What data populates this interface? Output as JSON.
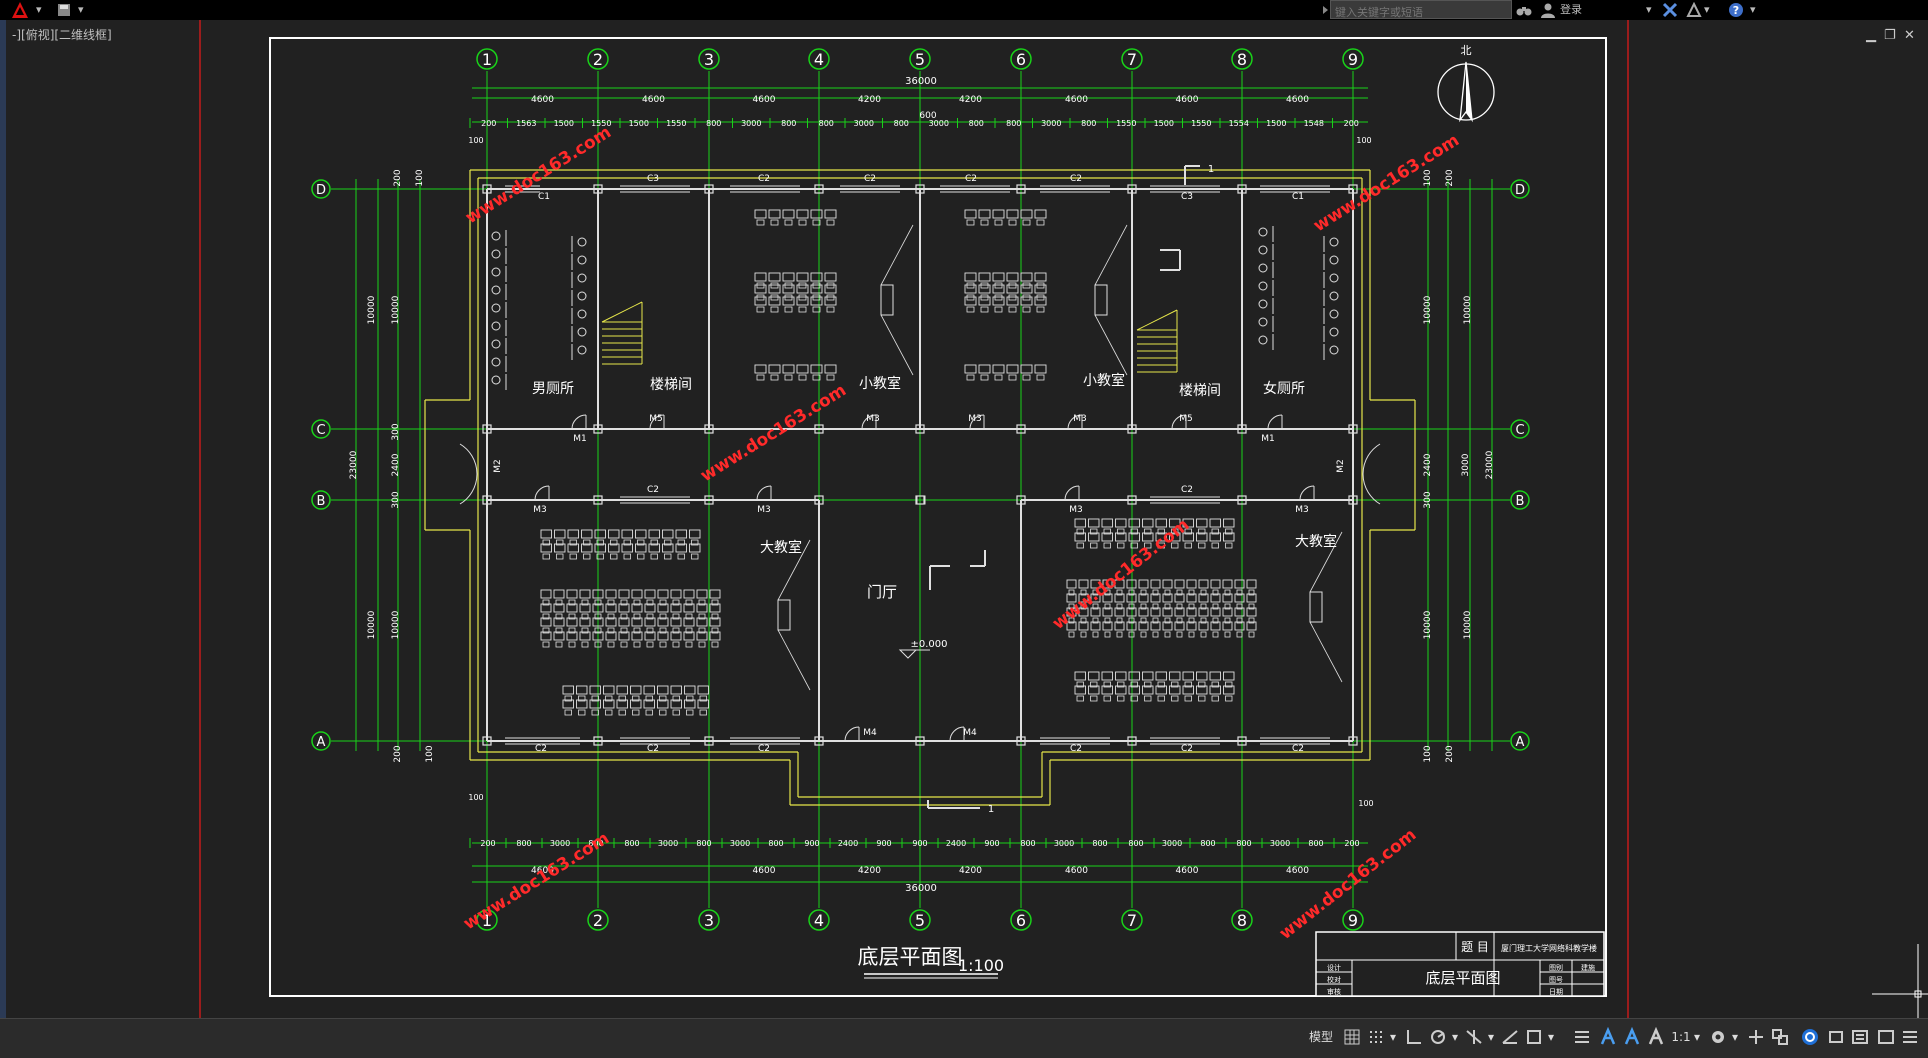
{
  "titlebar": {
    "search_placeholder": "键入关键字或短语",
    "login_label": "登录",
    "help_label": "?"
  },
  "viewport": {
    "label": "-][俯视][二维线框]"
  },
  "drawing": {
    "axis_numbers": [
      "1",
      "2",
      "3",
      "4",
      "5",
      "6",
      "7",
      "8",
      "9"
    ],
    "axis_letters": [
      "D",
      "C",
      "B",
      "A"
    ],
    "total_width": "36000",
    "bay_dims_top": [
      "4600",
      "4600",
      "4600",
      "4200",
      "4200",
      "4600",
      "4600",
      "4600"
    ],
    "bay_dims_bottom": [
      "4600",
      "4600",
      "4200",
      "4200",
      "4600",
      "4600",
      "4600"
    ],
    "detail_dims_top": [
      "200",
      "1563",
      "1500",
      "1550",
      "1500",
      "1550",
      "800",
      "3000",
      "800",
      "800",
      "3000",
      "800",
      "3000",
      "800",
      "800",
      "3000",
      "800",
      "1550",
      "1500",
      "1550",
      "1554",
      "1500",
      "1548",
      "200"
    ],
    "detail_dims_bottom": [
      "200",
      "800",
      "3000",
      "800",
      "800",
      "3000",
      "800",
      "3000",
      "800",
      "900",
      "2400",
      "900",
      "900",
      "2400",
      "900",
      "800",
      "3000",
      "800",
      "800",
      "3000",
      "800",
      "800",
      "3000",
      "800",
      "200"
    ],
    "dim_600": "600",
    "dim_100": "100",
    "left_dims": [
      "200",
      "100",
      "10000",
      "10000",
      "23000",
      "300",
      "2400",
      "300",
      "10000",
      "10000",
      "200",
      "100"
    ],
    "right_dims": [
      "100",
      "200",
      "10000",
      "10000",
      "3000",
      "2400",
      "23000",
      "300",
      "10000",
      "10000",
      "100",
      "200"
    ],
    "rooms": {
      "male_toilet": "男厕所",
      "stair_left": "楼梯间",
      "small_class_1": "小教室",
      "small_class_2": "小教室",
      "stair_right": "楼梯间",
      "female_toilet": "女厕所",
      "big_class_1": "大教室",
      "big_class_2": "大教室",
      "lobby": "门厅"
    },
    "elevation": "±0.000",
    "windows": [
      "C1",
      "C3",
      "C2",
      "C2",
      "C2",
      "C2",
      "C3",
      "C1",
      "C2",
      "C2",
      "C2",
      "C2",
      "C2",
      "C2",
      "C2",
      "C2"
    ],
    "doors": [
      "M1",
      "M5",
      "M3",
      "M3",
      "M3",
      "M5",
      "M1",
      "M2",
      "M2",
      "M3",
      "M3",
      "M3",
      "M3",
      "M4",
      "M4"
    ],
    "section_mark": "1",
    "north": "北",
    "drawing_title": "底层平面图",
    "scale": "1:100",
    "watermark": "www.doc163.com",
    "titleblock": {
      "topic_label": "题 目",
      "school": "厦门理工大学网络科教学楼",
      "drawing_name": "底层平面图",
      "rows_left": [
        "设计",
        "校对",
        "审核"
      ],
      "rows_right": [
        "图别",
        "图号",
        "日期"
      ],
      "rows_right_vals": [
        "建施",
        "",
        ""
      ]
    }
  },
  "statusbar": {
    "model_label": "模型",
    "scale_label": "1:1"
  },
  "colors": {
    "bg": "#212121",
    "axis": "#19d219",
    "wall": "#e0e0e0",
    "yellow": "#e6e64a",
    "watermark": "#ff2a2a",
    "frame": "#ffffff"
  }
}
